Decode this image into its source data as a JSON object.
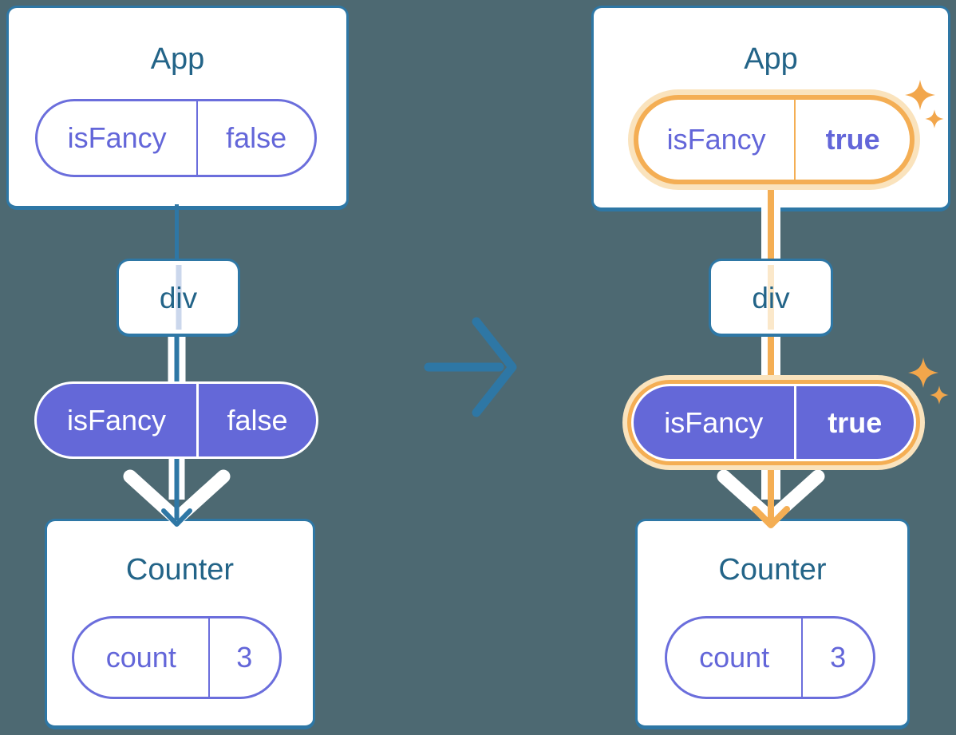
{
  "colors": {
    "background": "#4D6972",
    "blue": "#2E77A5",
    "title_text": "#236488",
    "purple_fill": "#6468D8",
    "purple_text": "#6366D9",
    "purple_border": "#6B6EDC",
    "orange": "#F4AE54",
    "orange_pale": "#FAE3BD",
    "sparkle": "#F2A64B",
    "stripe_blue": "#CBD7EC",
    "stripe_orange": "#FBE8CA"
  },
  "before": {
    "app": {
      "title": "App",
      "prop_name": "isFancy",
      "prop_value": "false"
    },
    "div_label": "div",
    "passed": {
      "name": "isFancy",
      "value": "false"
    },
    "counter": {
      "title": "Counter",
      "state_name": "count",
      "state_value": "3"
    }
  },
  "after": {
    "app": {
      "title": "App",
      "prop_name": "isFancy",
      "prop_value": "true"
    },
    "div_label": "div",
    "passed": {
      "name": "isFancy",
      "value": "true"
    },
    "counter": {
      "title": "Counter",
      "state_name": "count",
      "state_value": "3"
    }
  },
  "icons": {
    "transition": "arrow-right-icon",
    "highlight": "sparkle-icon",
    "flow": "arrow-down-icon"
  }
}
